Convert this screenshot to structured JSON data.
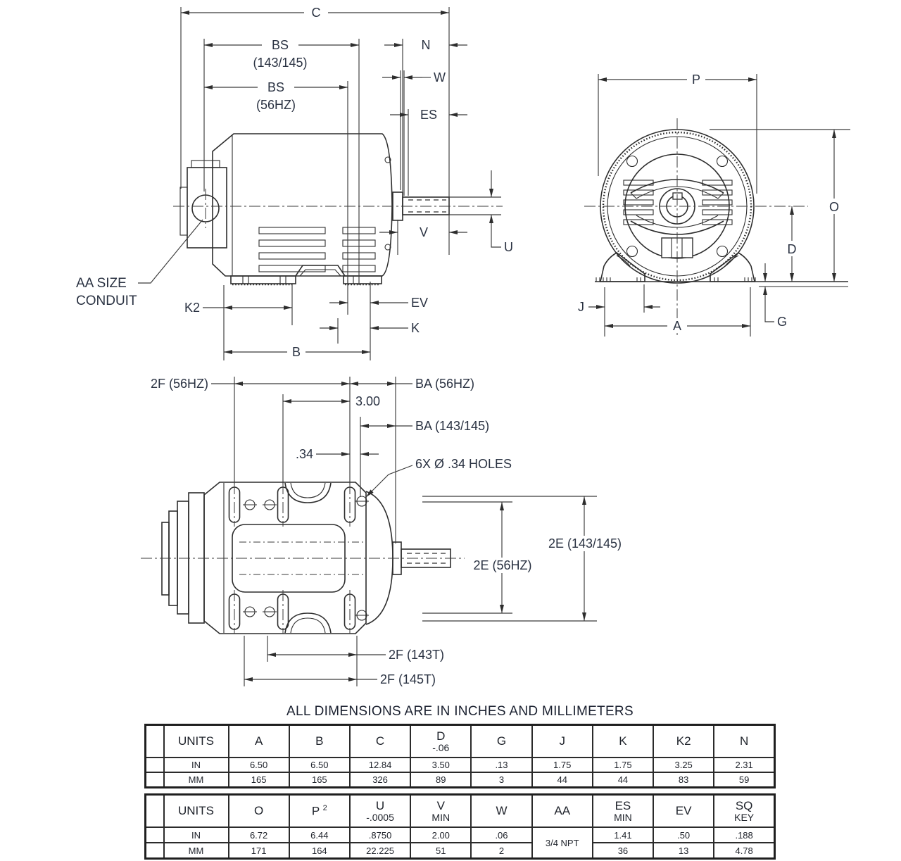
{
  "title": "ALL DIMENSIONS ARE IN INCHES AND MILLIMETERS",
  "side_view": {
    "dim_c": "C",
    "dim_bs1_line1": "BS",
    "dim_bs1_line2": "(143/145)",
    "dim_bs2_line1": "BS",
    "dim_bs2_line2": "(56HZ)",
    "dim_n": "N",
    "dim_w": "W",
    "dim_es": "ES",
    "dim_v": "V",
    "dim_u": "U",
    "dim_k2": "K2",
    "dim_ev": "EV",
    "dim_k": "K",
    "dim_b": "B",
    "callout_line1": "AA SIZE",
    "callout_line2": "CONDUIT"
  },
  "front_view": {
    "dim_p": "P",
    "dim_o": "O",
    "dim_d": "D",
    "dim_j": "J",
    "dim_a": "A",
    "dim_g": "G"
  },
  "bottom_view": {
    "dim_2f_56": "2F (56HZ)",
    "dim_300": "3.00",
    "dim_ba_56": "BA (56HZ)",
    "dim_ba_143": "BA (143/145)",
    "dim_34": ".34",
    "callout_holes": "6X Ø .34 HOLES",
    "dim_2e_143": "2E (143/145)",
    "dim_2e_56": "2E (56HZ)",
    "dim_2f_143t": "2F (143T)",
    "dim_2f_145t": "2F (145T)"
  },
  "table1": {
    "col_units": "UNITS",
    "headers": [
      {
        "l1": "A"
      },
      {
        "l1": "B"
      },
      {
        "l1": "C"
      },
      {
        "l1": "D",
        "l2": "-.06"
      },
      {
        "l1": "G"
      },
      {
        "l1": "J"
      },
      {
        "l1": "K"
      },
      {
        "l1": "K2"
      },
      {
        "l1": "N"
      }
    ],
    "row_in_label": "IN",
    "row_mm_label": "MM",
    "row_in": [
      "6.50",
      "6.50",
      "12.84",
      "3.50",
      ".13",
      "1.75",
      "1.75",
      "3.25",
      "2.31"
    ],
    "row_mm": [
      "165",
      "165",
      "326",
      "89",
      "3",
      "44",
      "44",
      "83",
      "59"
    ]
  },
  "table2": {
    "col_units": "UNITS",
    "headers": [
      {
        "l1": "O"
      },
      {
        "l1": "P",
        "sup": "2"
      },
      {
        "l1": "U",
        "l2": "-.0005"
      },
      {
        "l1": "V",
        "l2": "MIN"
      },
      {
        "l1": "W"
      },
      {
        "l1": "AA"
      },
      {
        "l1": "ES",
        "l2": "MIN"
      },
      {
        "l1": "EV"
      },
      {
        "l1": "SQ",
        "l2": "KEY"
      }
    ],
    "row_in_label": "IN",
    "row_mm_label": "MM",
    "row_in": [
      "6.72",
      "6.44",
      ".8750",
      "2.00",
      ".06",
      "1.41",
      ".50",
      ".188"
    ],
    "row_mm": [
      "171",
      "164",
      "22.225",
      "51",
      "2",
      "36",
      "13",
      "4.78"
    ],
    "aa_value": "3/4 NPT"
  }
}
